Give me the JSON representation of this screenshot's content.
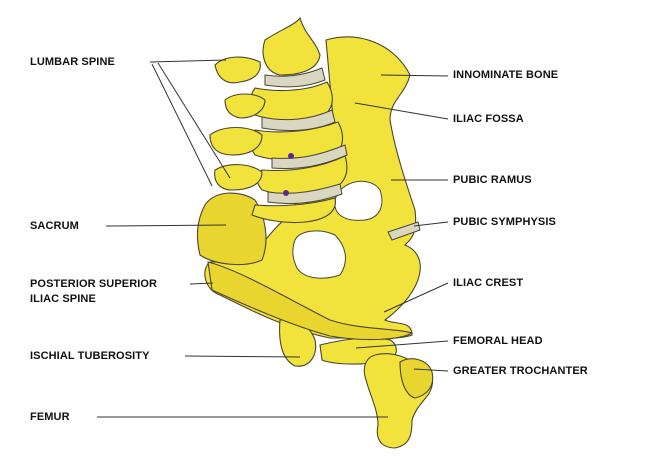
{
  "labels": {
    "lumbar_spine": "LUMBAR SPINE",
    "sacrum": "SACRUM",
    "posterior_superior_iliac_spine_line1": "POSTERIOR SUPERIOR",
    "posterior_superior_iliac_spine_line2": "ILIAC SPINE",
    "ischial_tuberosity": "ISCHIAL TUBEROSITY",
    "femur": "FEMUR",
    "innominate_bone": "INNOMINATE BONE",
    "iliac_fossa": "ILIAC FOSSA",
    "pubic_ramus": "PUBIC RAMUS",
    "pubic_symphysis": "PUBIC SYMPHYSIS",
    "iliac_crest": "ILIAC CREST",
    "femoral_head": "FEMORAL HEAD",
    "greater_trochanter": "GREATER TROCHANTER"
  },
  "colors": {
    "bone": "#f1e33b",
    "disc": "#d9d6c2",
    "outline": "#4a4630"
  }
}
